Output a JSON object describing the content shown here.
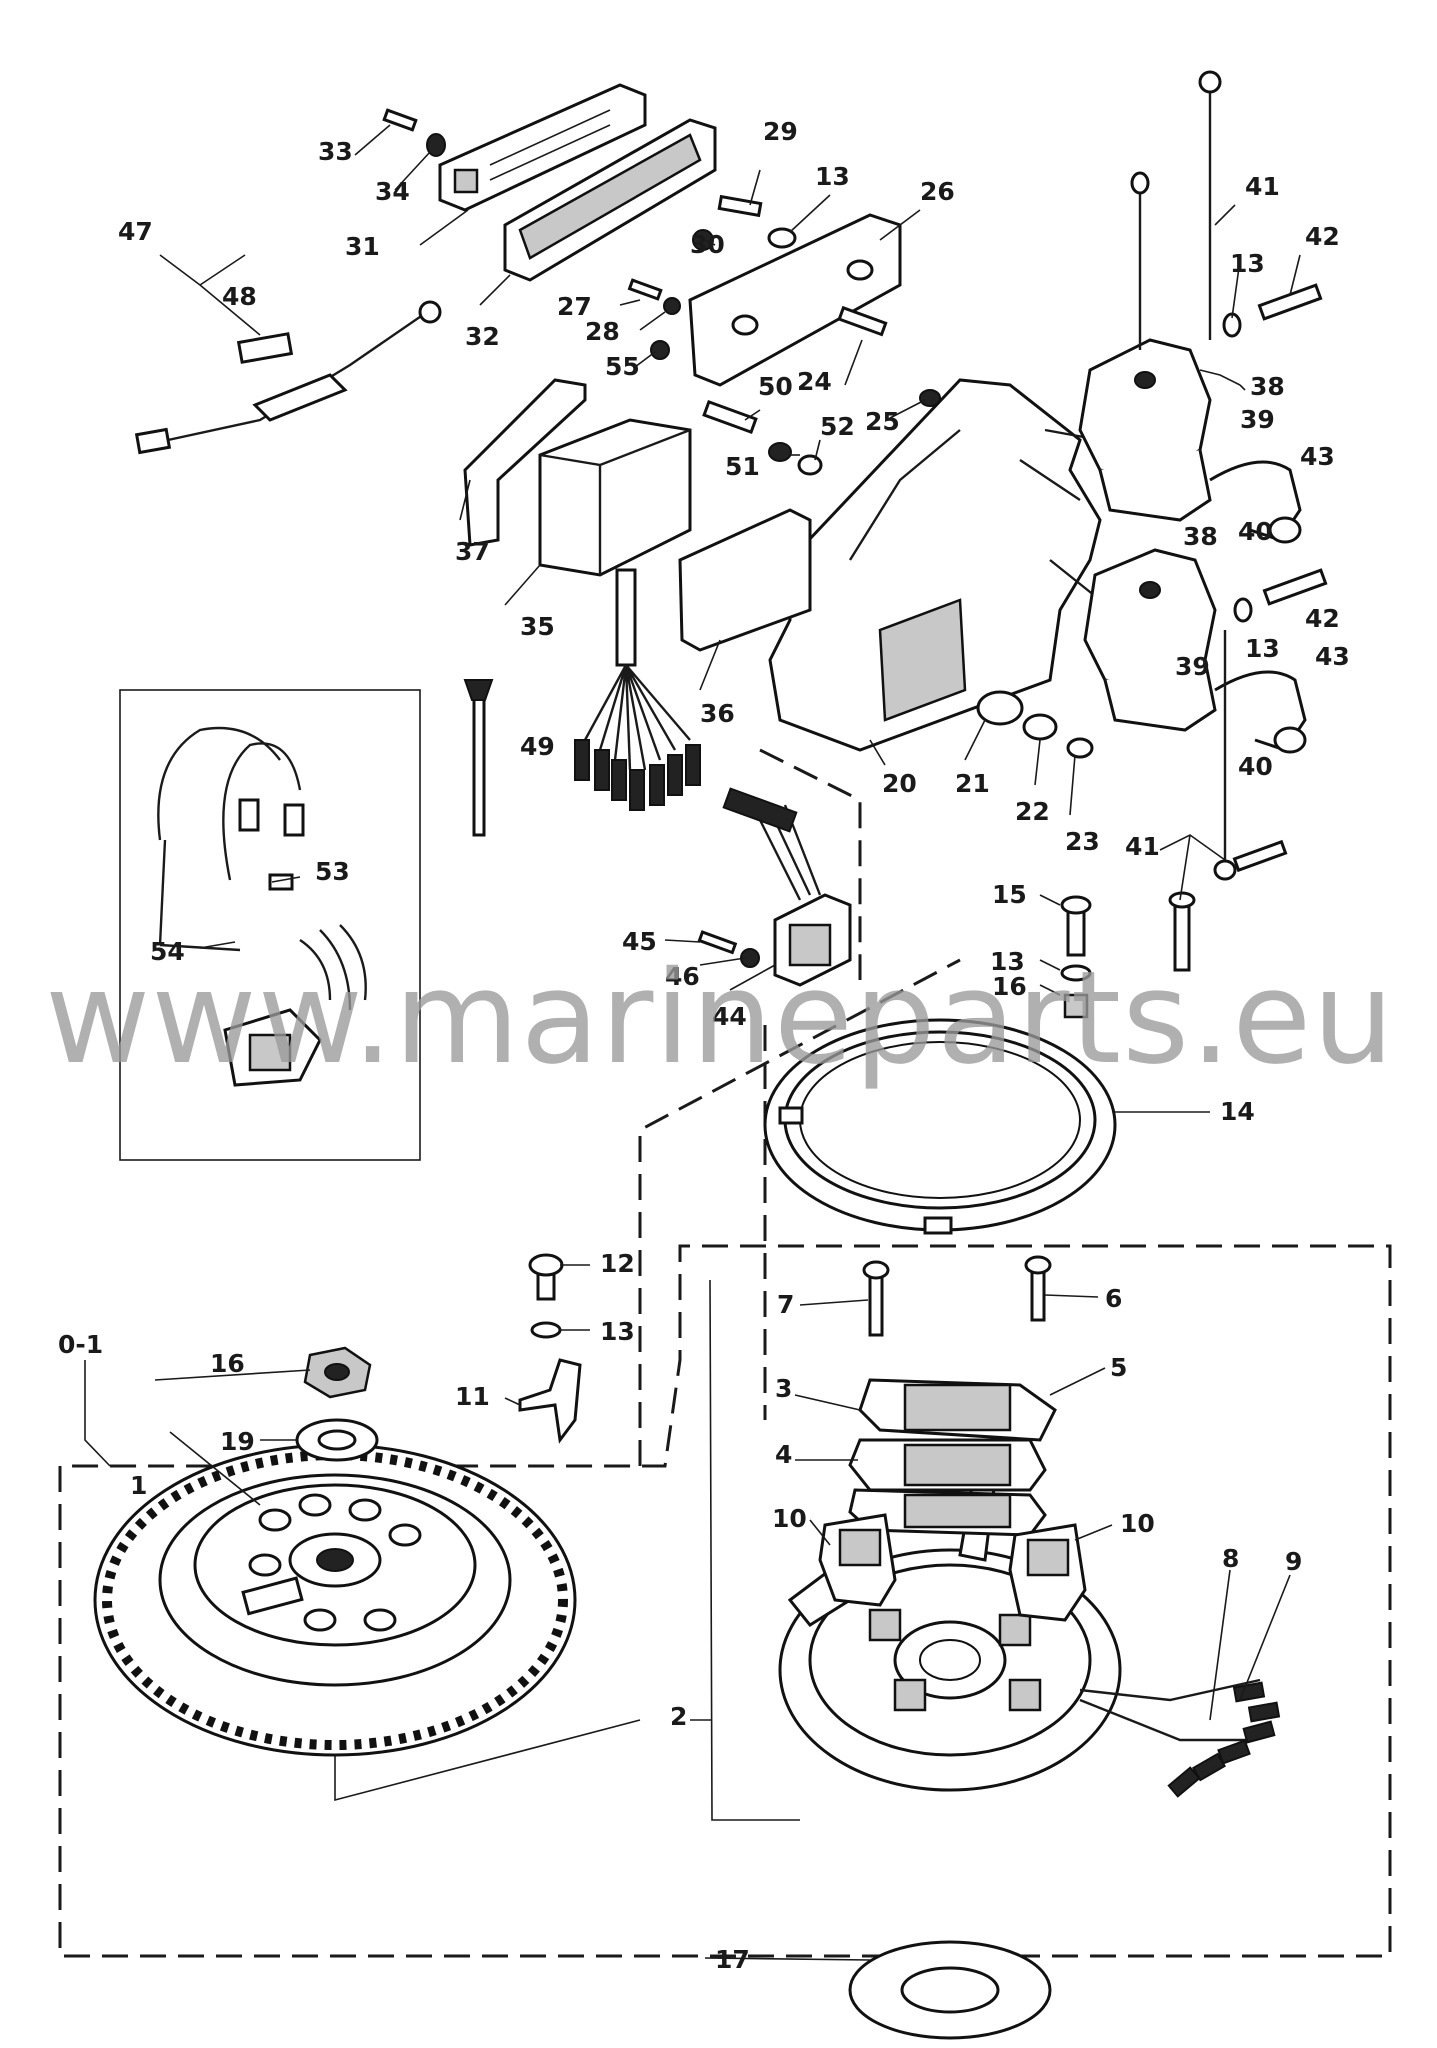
{
  "watermark": "www.marineparts.eu",
  "callouts": {
    "c1": "1",
    "c2": "2",
    "c3": "3",
    "c4": "4",
    "c5": "5",
    "c6": "6",
    "c7": "7",
    "c8": "8",
    "c9": "9",
    "c10a": "10",
    "c10b": "10",
    "c11": "11",
    "c12": "12",
    "c13a": "13",
    "c13b": "13",
    "c13c": "13",
    "c13d": "13",
    "c13e": "13",
    "c14": "14",
    "c15": "15",
    "c16a": "16",
    "c16b": "16",
    "c17": "17",
    "c19": "19",
    "c20": "20",
    "c21": "21",
    "c22": "22",
    "c23": "23",
    "c24": "24",
    "c25": "25",
    "c26": "26",
    "c27": "27",
    "c28": "28",
    "c29": "29",
    "c30": "30",
    "c31": "31",
    "c32": "32",
    "c33": "33",
    "c34": "34",
    "c35": "35",
    "c36": "36",
    "c37": "37",
    "c38a": "38",
    "c38b": "38",
    "c39a": "39",
    "c39b": "39",
    "c40a": "40",
    "c40b": "40",
    "c41a": "41",
    "c41b": "41",
    "c42a": "42",
    "c42b": "42",
    "c43a": "43",
    "c43b": "43",
    "c44": "44",
    "c45": "45",
    "c46": "46",
    "c47": "47",
    "c48": "48",
    "c49": "49",
    "c50": "50",
    "c51": "51",
    "c52": "52",
    "c53": "53",
    "c54": "54",
    "c55": "55",
    "c01": "0-1"
  }
}
